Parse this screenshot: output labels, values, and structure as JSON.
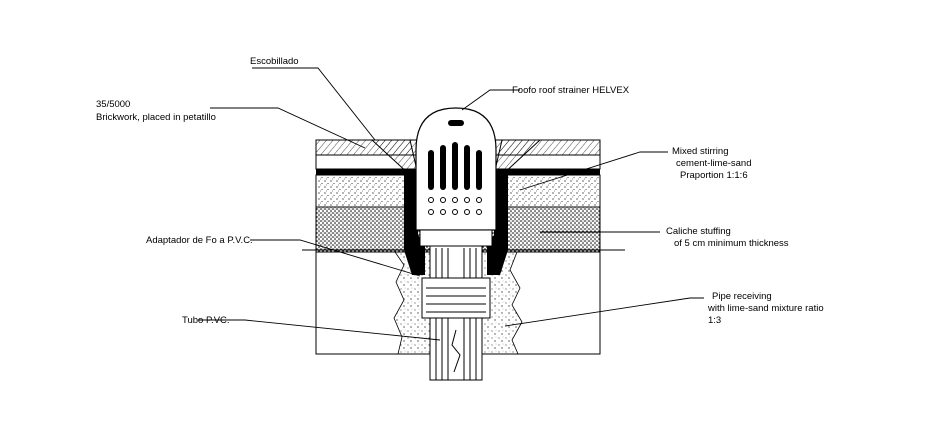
{
  "labels": {
    "escobillado": "Escobillado",
    "strainer": "Foofo roof strainer HELVEX",
    "brick_ref": "35/5000",
    "brick_desc": "Brickwork, placed in petatillo",
    "mix_1": "Mixed stirring",
    "mix_2": "cement-lime-sand",
    "mix_3": "Praportion 1:1:6",
    "caliche_1": "Caliche stuffing",
    "caliche_2": "of 5 cm minimum thickness",
    "adaptador": "Adaptador de Fo a P.V.C.",
    "tubo": "Tubo P.VC.",
    "pipe_1": "Pipe receiving",
    "pipe_2": "with lime-sand mixture ratio",
    "pipe_3": "1:3"
  }
}
